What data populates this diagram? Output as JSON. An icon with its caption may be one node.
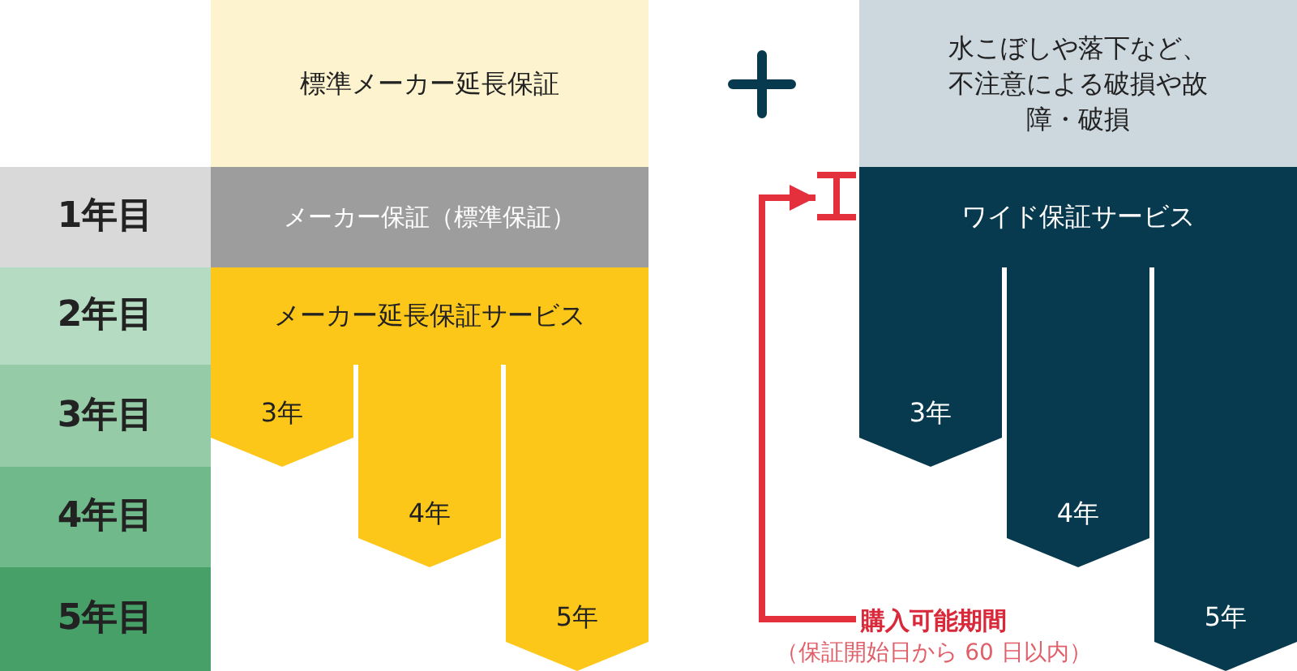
{
  "diagram": {
    "nodes": [
      {
        "text": [
          "標準メーカー延長保証"
        ]
      },
      {
        "text": [
          "水こぼしや落下など、不注意による破損や故障・破損"
        ]
      },
      {
        "text": [
          "1年目"
        ]
      },
      {
        "text": [
          "2年目"
        ]
      },
      {
        "text": [
          "3年目"
        ]
      },
      {
        "text": [
          "4年目"
        ]
      },
      {
        "text": [
          "5年目"
        ]
      },
      {
        "text": [
          "メーカー保証（標準保証）"
        ]
      },
      {
        "text": [
          "メーカー延長保証サービス"
        ]
      },
      {
        "text": [
          "3年"
        ]
      },
      {
        "text": [
          "4年"
        ]
      },
      {
        "text": [
          "5年"
        ]
      },
      {
        "text": [
          "ワイド保証サービス"
        ]
      },
      {
        "text": [
          "3年"
        ]
      },
      {
        "text": [
          "4年"
        ]
      },
      {
        "text": [
          "5年"
        ]
      },
      {
        "text": [
          "購入可能期間",
          "（保証開始日から 60 日以内）"
        ]
      },
      {
        "text": [],
        "shape": "bar"
      }
    ],
    "edges": [
      {
        "from": 16,
        "to": 17,
        "arrow": "to",
        "color": "#e3303c"
      }
    ]
  }
}
